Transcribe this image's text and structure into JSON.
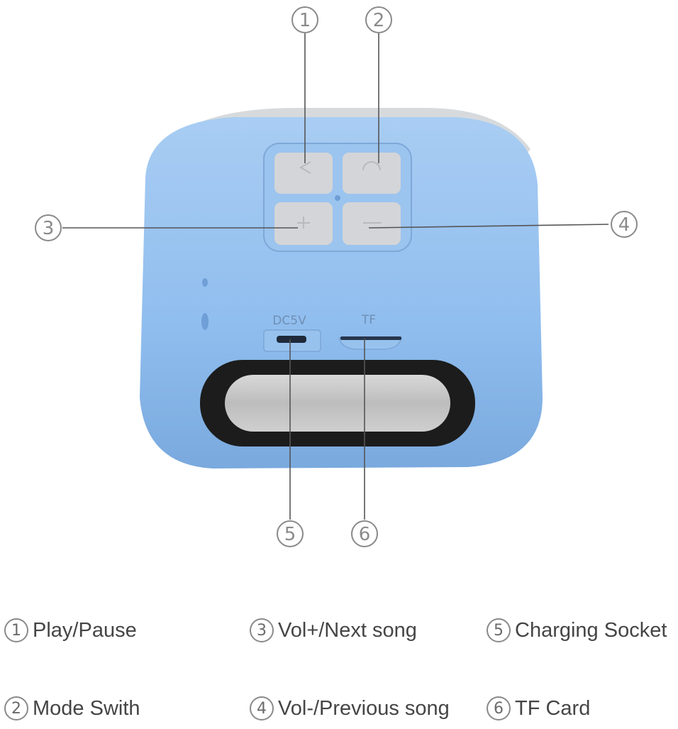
{
  "colors": {
    "speaker_body": "#8fbdee",
    "speaker_shadow": "#6f9fd6",
    "button": "#d4d5d8",
    "grille": "#c9c9c9",
    "rim": "#1a1a1a",
    "callout_line": "#555555",
    "callout_text": "#8a8a8a"
  },
  "device": {
    "port_dc_label": "DC5V",
    "port_tf_label": "TF"
  },
  "callouts": [
    {
      "num": "1",
      "label": "Play/Pause"
    },
    {
      "num": "2",
      "label": "Mode Swith"
    },
    {
      "num": "3",
      "label": "Vol+/Next song"
    },
    {
      "num": "4",
      "label": "Vol-/Previous song"
    },
    {
      "num": "5",
      "label": "Charging Socket"
    },
    {
      "num": "6",
      "label": "TF Card"
    }
  ]
}
